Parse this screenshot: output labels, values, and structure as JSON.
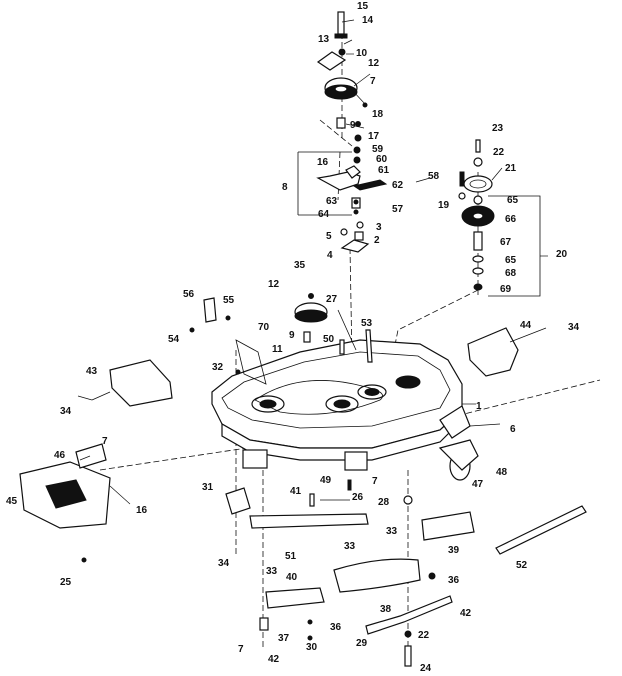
{
  "callouts": {
    "c1": "1",
    "c2": "2",
    "c3": "3",
    "c4": "4",
    "c5": "5",
    "c6": "6",
    "c7a": "7",
    "c7b": "7",
    "c7c": "7",
    "c7d": "7",
    "c8": "8",
    "c9a": "9",
    "c9b": "9",
    "c10": "10",
    "c11": "11",
    "c12a": "12",
    "c12b": "12",
    "c13": "13",
    "c14": "14",
    "c15": "15",
    "c16a": "16",
    "c16b": "16",
    "c17": "17",
    "c18": "18",
    "c19": "19",
    "c20": "20",
    "c21": "21",
    "c22a": "22",
    "c22b": "22",
    "c23": "23",
    "c24": "24",
    "c25": "25",
    "c26": "26",
    "c27": "27",
    "c28": "28",
    "c29": "29",
    "c30": "30",
    "c31": "31",
    "c32": "32",
    "c33a": "33",
    "c33b": "33",
    "c33c": "33",
    "c34a": "34",
    "c34b": "34",
    "c34c": "34",
    "c35": "35",
    "c36a": "36",
    "c36b": "36",
    "c37": "37",
    "c38": "38",
    "c39": "39",
    "c40": "40",
    "c41": "41",
    "c42a": "42",
    "c42b": "42",
    "c43": "43",
    "c44": "44",
    "c45": "45",
    "c46": "46",
    "c47": "47",
    "c48": "48",
    "c49": "49",
    "c50": "50",
    "c51": "51",
    "c52": "52",
    "c53": "53",
    "c54": "54",
    "c55": "55",
    "c56": "56",
    "c57": "57",
    "c58": "58",
    "c59": "59",
    "c60": "60",
    "c61": "61",
    "c62": "62",
    "c63": "63",
    "c64": "64",
    "c65a": "65",
    "c65b": "65",
    "c66": "66",
    "c67": "67",
    "c68": "68",
    "c69": "69",
    "c70": "70"
  }
}
